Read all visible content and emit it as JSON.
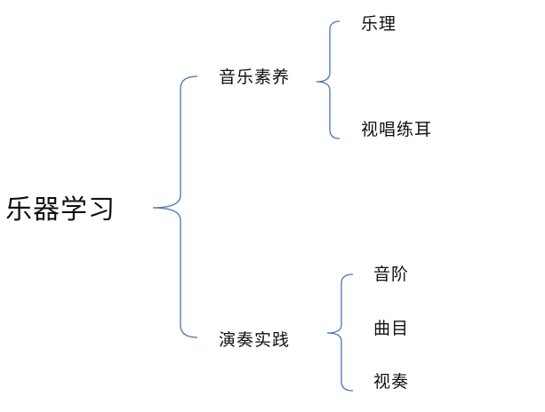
{
  "diagram": {
    "root": {
      "label": "乐器学习",
      "children": [
        {
          "label": "音乐素养",
          "children": [
            {
              "label": "乐理"
            },
            {
              "label": "视唱练耳"
            }
          ]
        },
        {
          "label": "演奏实践",
          "children": [
            {
              "label": "音阶"
            },
            {
              "label": "曲目"
            },
            {
              "label": "视奏"
            }
          ]
        }
      ]
    },
    "colors": {
      "brace": "#4a74b5",
      "text": "#111111",
      "background": "#ffffff"
    }
  }
}
